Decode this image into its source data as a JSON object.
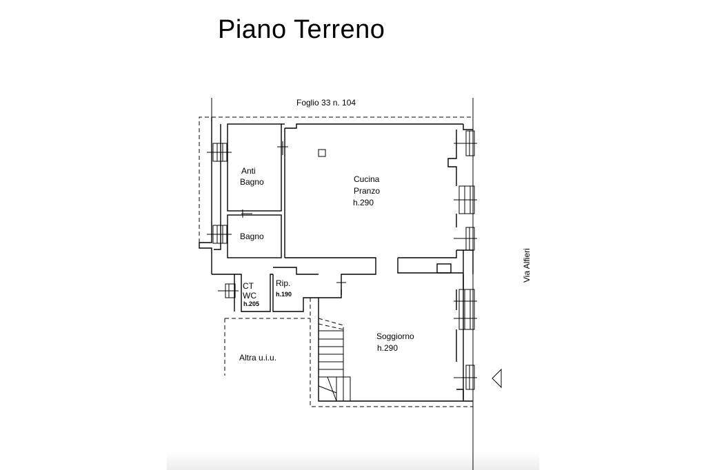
{
  "title": "Piano Terreno",
  "header_note": "Foglio 33 n. 104",
  "street": "Via Alfieri",
  "rooms": {
    "anti_bagno": {
      "line1": "Anti",
      "line2": "Bagno"
    },
    "bagno": {
      "label": "Bagno"
    },
    "cucina": {
      "line1": "Cucina",
      "line2": "Pranzo",
      "height": "h.290"
    },
    "ct_wc": {
      "line1": "CT",
      "line2": "WC",
      "height": "h.205"
    },
    "rip": {
      "label": "Rip.",
      "height": "h.190"
    },
    "soggiorno": {
      "label": "Soggiorno",
      "height": "h.290"
    },
    "altra": {
      "label": "Altra u.i.u."
    }
  }
}
